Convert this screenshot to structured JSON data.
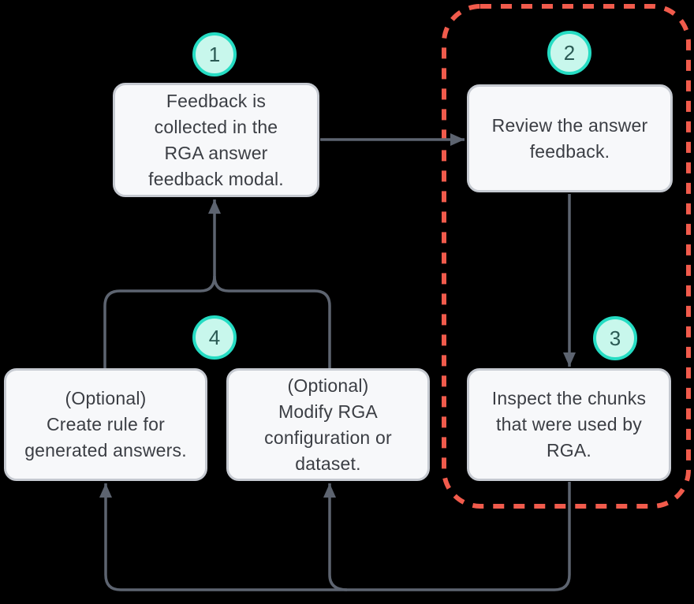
{
  "diagram": {
    "steps": [
      {
        "number": "1",
        "lines": [
          "Feedback is",
          "collected in the",
          "RGA answer",
          "feedback modal."
        ]
      },
      {
        "number": "2",
        "lines": [
          "Review the answer",
          "feedback."
        ]
      },
      {
        "number": "3",
        "lines": [
          "Inspect the chunks",
          "that were used by",
          "RGA."
        ]
      },
      {
        "number": "4",
        "boxes": [
          {
            "lines": [
              "(Optional)",
              "Create rule for",
              "generated answers."
            ]
          },
          {
            "lines": [
              "(Optional)",
              "Modify RGA",
              "configuration or",
              "dataset."
            ]
          }
        ]
      }
    ],
    "colors": {
      "background": "#000000",
      "box_fill": "#f7f8fa",
      "box_border": "#c6cad1",
      "box_text": "#3b3e44",
      "badge_fill": "#c8f7ec",
      "badge_border": "#25dcc3",
      "badge_text": "#2b5a54",
      "connector": "#5d6470",
      "highlight": "#f15b4c"
    }
  }
}
